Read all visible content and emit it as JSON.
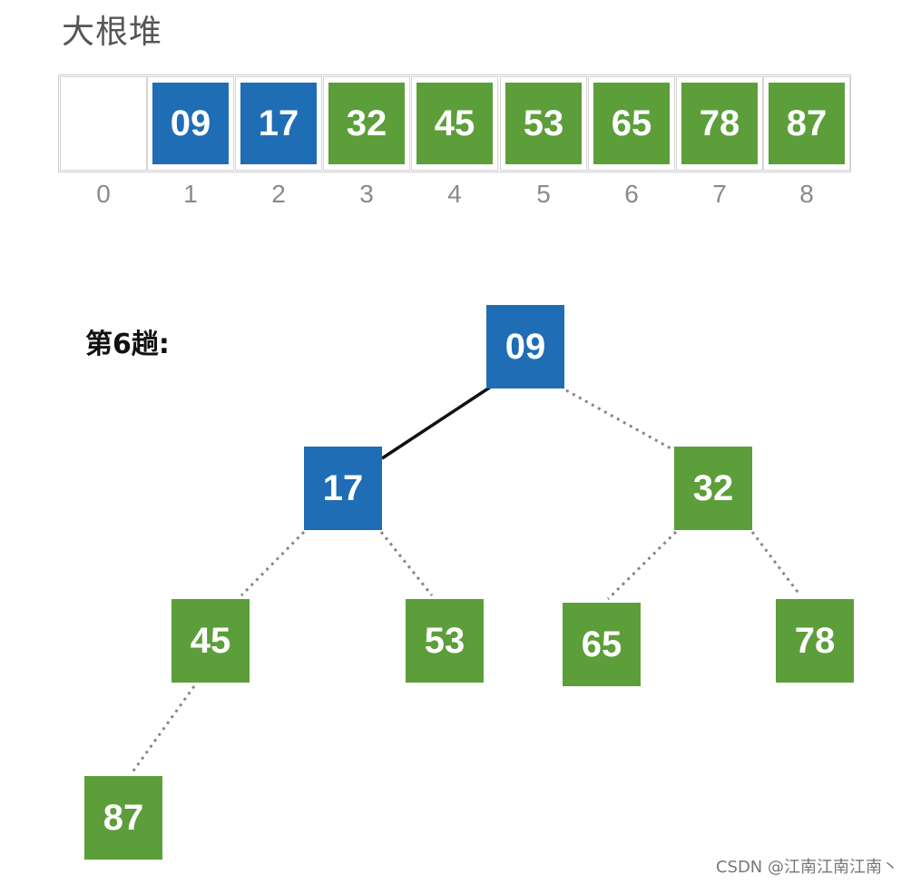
{
  "title": "大根堆",
  "pass_label": "第6趟:",
  "colors": {
    "blue": "#1F6DB5",
    "green": "#5C9E3A",
    "empty": "#ffffff",
    "solid_edge": "#111111",
    "dotted_edge": "#888888"
  },
  "array": {
    "cells": [
      {
        "index": "0",
        "value": "",
        "state": "empty"
      },
      {
        "index": "1",
        "value": "09",
        "state": "blue"
      },
      {
        "index": "2",
        "value": "17",
        "state": "blue"
      },
      {
        "index": "3",
        "value": "32",
        "state": "green"
      },
      {
        "index": "4",
        "value": "45",
        "state": "green"
      },
      {
        "index": "5",
        "value": "53",
        "state": "green"
      },
      {
        "index": "6",
        "value": "65",
        "state": "green"
      },
      {
        "index": "7",
        "value": "78",
        "state": "green"
      },
      {
        "index": "8",
        "value": "87",
        "state": "green"
      }
    ]
  },
  "tree": {
    "nodes": [
      {
        "id": "n1",
        "value": "09",
        "state": "blue"
      },
      {
        "id": "n2",
        "value": "17",
        "state": "blue"
      },
      {
        "id": "n3",
        "value": "32",
        "state": "green"
      },
      {
        "id": "n4",
        "value": "45",
        "state": "green"
      },
      {
        "id": "n5",
        "value": "53",
        "state": "green"
      },
      {
        "id": "n6",
        "value": "65",
        "state": "green"
      },
      {
        "id": "n7",
        "value": "78",
        "state": "green"
      },
      {
        "id": "n8",
        "value": "87",
        "state": "green"
      }
    ],
    "edges": [
      {
        "from": "n1",
        "to": "n2",
        "style": "solid"
      },
      {
        "from": "n1",
        "to": "n3",
        "style": "dotted"
      },
      {
        "from": "n2",
        "to": "n4",
        "style": "dotted"
      },
      {
        "from": "n2",
        "to": "n5",
        "style": "dotted"
      },
      {
        "from": "n3",
        "to": "n6",
        "style": "dotted"
      },
      {
        "from": "n3",
        "to": "n7",
        "style": "dotted"
      },
      {
        "from": "n4",
        "to": "n8",
        "style": "dotted"
      }
    ]
  },
  "watermark": "CSDN @江南江南江南丶"
}
